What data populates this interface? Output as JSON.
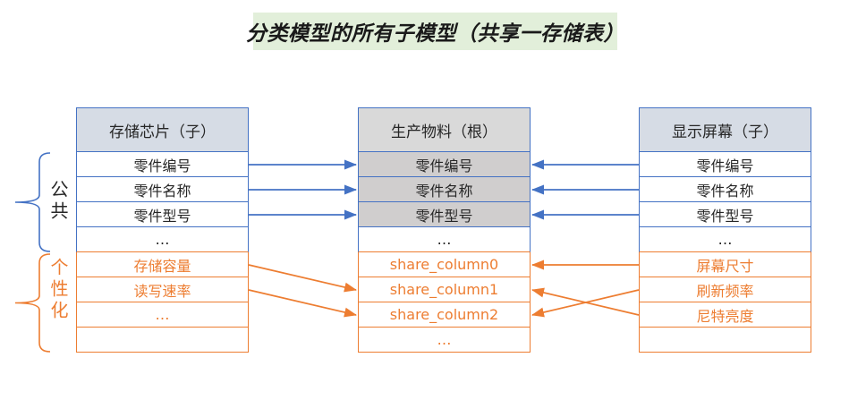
{
  "title": {
    "text": "分类模型的所有子模型（共享一存储表）"
  },
  "colors": {
    "common": "#4472C4",
    "personal": "#ED7D31",
    "text": "#262626",
    "title_bg": "#E2EFDA",
    "side_header_bg": "#D6DCE5",
    "root_header_bg": "#D9D9D9",
    "root_shared_row_bg": "#D0CECE"
  },
  "group_labels": [
    {
      "id": "common",
      "text": "公共",
      "text_color": "#262626",
      "brace_color": "#4472C4"
    },
    {
      "id": "personalized",
      "text": "个性化",
      "text_color": "#ED7D31",
      "brace_color": "#ED7D31"
    }
  ],
  "tables": [
    {
      "id": "storage-chip",
      "header": "存储芯片（子）",
      "role": "child",
      "header_bg": "side",
      "rows": [
        {
          "text": "零件编号",
          "group": "common"
        },
        {
          "text": "零件名称",
          "group": "common"
        },
        {
          "text": "零件型号",
          "group": "common"
        },
        {
          "text": "…",
          "group": "common"
        },
        {
          "text": "存储容量",
          "group": "personal"
        },
        {
          "text": "读写速率",
          "group": "personal"
        },
        {
          "text": "…",
          "group": "personal"
        },
        {
          "text": "",
          "group": "personal"
        }
      ]
    },
    {
      "id": "root",
      "header": "生产物料（根）",
      "role": "root",
      "header_bg": "root",
      "rows": [
        {
          "text": "零件编号",
          "group": "common",
          "shaded": true
        },
        {
          "text": "零件名称",
          "group": "common",
          "shaded": true
        },
        {
          "text": "零件型号",
          "group": "common",
          "shaded": true
        },
        {
          "text": "…",
          "group": "common"
        },
        {
          "text": "share_column0",
          "group": "personal"
        },
        {
          "text": "share_column1",
          "group": "personal"
        },
        {
          "text": "share_column2",
          "group": "personal"
        },
        {
          "text": "…",
          "group": "personal"
        }
      ]
    },
    {
      "id": "display-screen",
      "header": "显示屏幕（子）",
      "role": "child",
      "header_bg": "side",
      "rows": [
        {
          "text": "零件编号",
          "group": "common"
        },
        {
          "text": "零件名称",
          "group": "common"
        },
        {
          "text": "零件型号",
          "group": "common"
        },
        {
          "text": "…",
          "group": "common"
        },
        {
          "text": "屏幕尺寸",
          "group": "personal"
        },
        {
          "text": "刷新频率",
          "group": "personal"
        },
        {
          "text": "尼特亮度",
          "group": "personal"
        },
        {
          "text": "",
          "group": "personal"
        }
      ]
    }
  ],
  "arrows": [
    {
      "from": "storage-chip.0",
      "to": "root.0",
      "group": "common"
    },
    {
      "from": "storage-chip.1",
      "to": "root.1",
      "group": "common"
    },
    {
      "from": "storage-chip.2",
      "to": "root.2",
      "group": "common"
    },
    {
      "from": "display-screen.0",
      "to": "root.0",
      "group": "common"
    },
    {
      "from": "display-screen.1",
      "to": "root.1",
      "group": "common"
    },
    {
      "from": "display-screen.2",
      "to": "root.2",
      "group": "common"
    },
    {
      "from": "storage-chip.4",
      "to": "root.5",
      "group": "personal"
    },
    {
      "from": "storage-chip.5",
      "to": "root.6",
      "group": "personal"
    },
    {
      "from": "display-screen.4",
      "to": "root.4",
      "group": "personal"
    },
    {
      "from": "display-screen.5",
      "to": "root.6",
      "group": "personal"
    },
    {
      "from": "display-screen.6",
      "to": "root.5",
      "group": "personal"
    }
  ]
}
